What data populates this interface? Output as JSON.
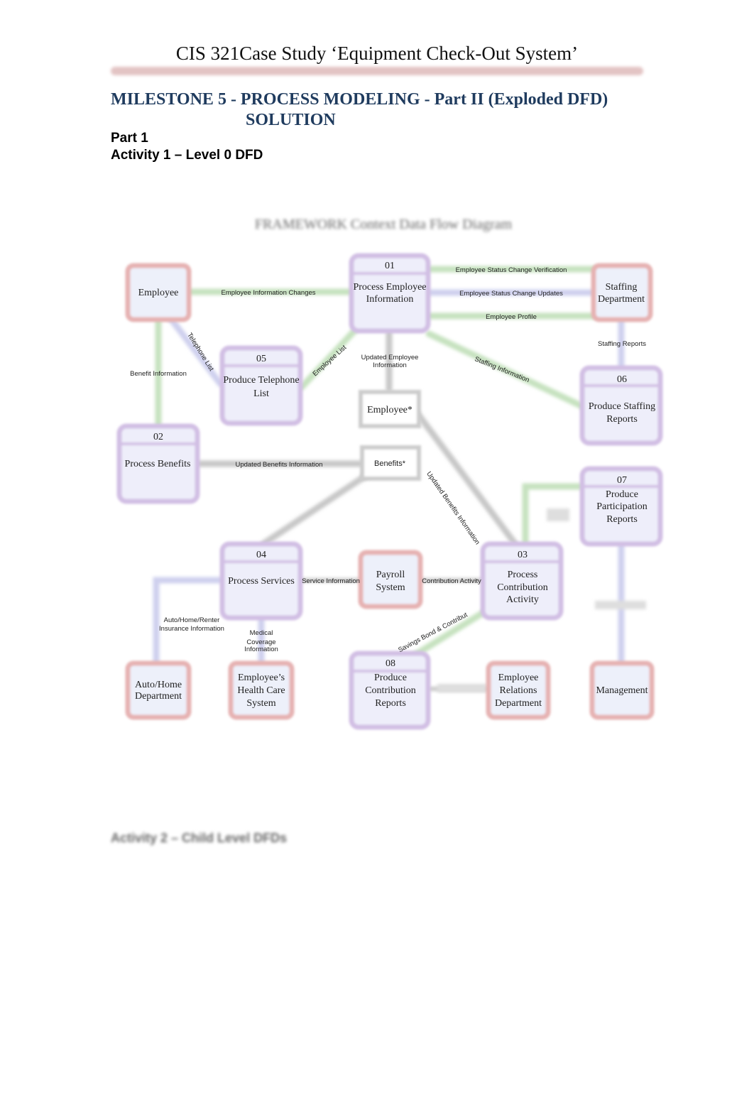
{
  "header": {
    "title": "CIS 321Case Study ‘Equipment Check-Out System’",
    "milestone_line1": "MILESTONE 5 - PROCESS MODELING - Part II (Exploded DFD)",
    "milestone_line2": "SOLUTION",
    "part": "Part 1",
    "activity": "Activity 1 – Level 0 DFD"
  },
  "diagram": {
    "title": "FRAMEWORK Context Data Flow Diagram",
    "entities": {
      "employee": "Employee",
      "staffing": [
        "Staffing",
        "Department"
      ],
      "auto_home": [
        "Auto/Home",
        "Department"
      ],
      "health_care": [
        "Employee’s",
        "Health Care",
        "System"
      ],
      "payroll": [
        "Payroll",
        "System"
      ],
      "employee_relations": [
        "Employee",
        "Relations",
        "Department"
      ],
      "management": "Management"
    },
    "processes": {
      "p01": {
        "id": "01",
        "name": [
          "Process Employee",
          "Information"
        ]
      },
      "p02": {
        "id": "02",
        "name": [
          "Process Benefits"
        ]
      },
      "p03": {
        "id": "03",
        "name": [
          "Process",
          "Contribution",
          "Activity"
        ]
      },
      "p04": {
        "id": "04",
        "name": [
          "Process Services"
        ]
      },
      "p05": {
        "id": "05",
        "name": [
          "Produce Telephone",
          "List"
        ]
      },
      "p06": {
        "id": "06",
        "name": [
          "Produce Staffing",
          "Reports"
        ]
      },
      "p07": {
        "id": "07",
        "name": [
          "Produce",
          "Participation",
          "Reports"
        ]
      },
      "p08": {
        "id": "08",
        "name": [
          "Produce",
          "Contribution",
          "Reports"
        ]
      }
    },
    "stores": {
      "employee": "Employee*",
      "benefits": "Benefits*"
    },
    "flows": {
      "emp_info_changes": "Employee Information Changes",
      "status_verification": "Employee Status Change Verification",
      "status_updates": "Employee Status Change Updates",
      "profile": "Employee Profile",
      "staffing_reports": "Staffing Reports",
      "telephone_list": "Telephone List",
      "employee_list": "Employee List",
      "updated_emp_info": [
        "Updated Employee",
        "Information"
      ],
      "staffing_info": "Staffing Information",
      "benefit_info": "Benefit Information",
      "updated_benefits_h": "Updated Benefits Information",
      "updated_benefits_d": "Updated Benefits Information",
      "service_info": "Service Information",
      "contribution_activity": "Contribution Activity",
      "auto_home_info": [
        "Auto/Home/Renter",
        "Insurance Information"
      ],
      "medical_info": [
        "Medical",
        "Coverage",
        "Information"
      ],
      "savings_bond": "Savings Bond & Contribut"
    }
  },
  "footer": {
    "activity2": "Activity 2 – Child Level DFDs"
  }
}
